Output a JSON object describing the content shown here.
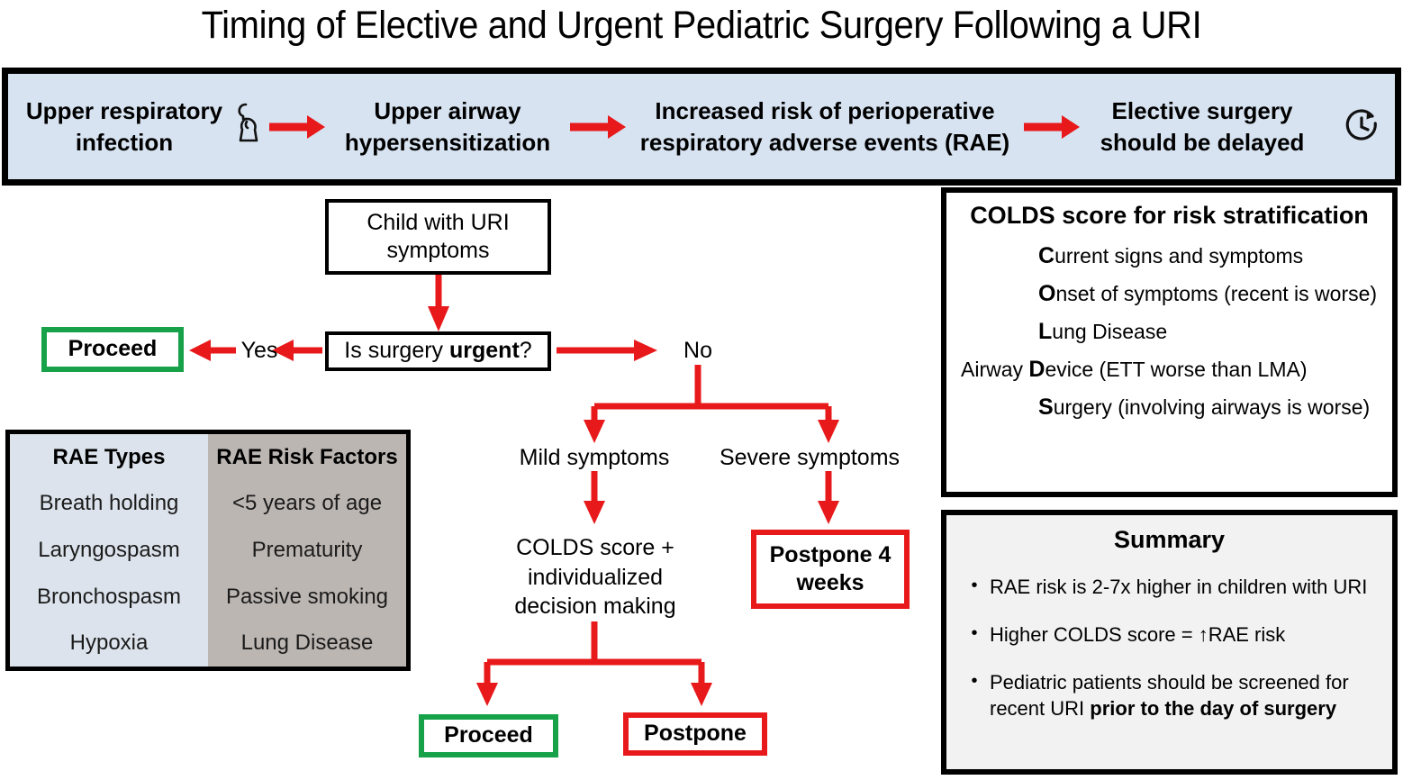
{
  "title": "Timing of Elective and Urgent Pediatric Surgery Following a URI",
  "banner": {
    "steps": [
      {
        "label": "Upper respiratory\ninfection",
        "icon": "sneeze-icon"
      },
      {
        "label": "Upper airway\nhypersensitization",
        "icon": ""
      },
      {
        "label": "Increased risk of perioperative\nrespiratory adverse events (RAE)",
        "icon": ""
      },
      {
        "label": "Elective surgery\nshould be delayed",
        "icon": "clock-delay-icon"
      }
    ],
    "arrow_icon": "right-arrow-icon",
    "background": "#d7e3f1",
    "border_color": "#000000"
  },
  "flow": {
    "start_box": "Child with URI\nsymptoms",
    "decision_box_pre": "Is surgery ",
    "decision_box_bold": "urgent",
    "decision_box_post": "?",
    "yes_label": "Yes",
    "no_label": "No",
    "proceed_top": "Proceed",
    "mild_label": "Mild symptoms",
    "severe_label": "Severe symptoms",
    "colds_decision": "COLDS score +\nindividualized\ndecision making",
    "postpone_4_weeks": "Postpone 4\nweeks",
    "proceed_bottom": "Proceed",
    "postpone_bottom": "Postpone",
    "arrow_color": "#e8191b",
    "proceed_color": "#17a24a",
    "postpone_color": "#e8191b"
  },
  "rae_table": {
    "headers": [
      "RAE Types",
      "RAE Risk Factors"
    ],
    "types": [
      "Breath holding",
      "Laryngospasm",
      "Bronchospasm",
      "Hypoxia"
    ],
    "risk_factors": [
      "<5 years of age",
      "Prematurity",
      "Passive smoking",
      "Lung Disease"
    ],
    "left_bg": "#dce3ec",
    "right_bg": "#bcb6b2"
  },
  "colds": {
    "title": "COLDS score for risk stratification",
    "rows": [
      {
        "pre": "",
        "cap": "C",
        "rest": "urrent signs and symptoms",
        "indent": 86
      },
      {
        "pre": "",
        "cap": "O",
        "rest": "nset of symptoms (recent is worse)",
        "indent": 86
      },
      {
        "pre": "",
        "cap": "L",
        "rest": "ung Disease",
        "indent": 86
      },
      {
        "pre": "Airway ",
        "cap": "D",
        "rest": "evice (ETT worse than LMA)",
        "indent": 0
      },
      {
        "pre": "",
        "cap": "S",
        "rest": "urgery (involving airways is worse)",
        "indent": 86
      }
    ]
  },
  "summary": {
    "title": "Summary",
    "bullet_glyph": "•",
    "items": [
      {
        "text": "RAE risk is 2-7x higher in children with URI",
        "bold_suffix": ""
      },
      {
        "text": "Higher COLDS score = ↑RAE risk",
        "bold_suffix": ""
      },
      {
        "text": "Pediatric patients should be screened for recent URI ",
        "bold_suffix": "prior to the day of surgery"
      }
    ],
    "background": "#f2f2f2"
  }
}
